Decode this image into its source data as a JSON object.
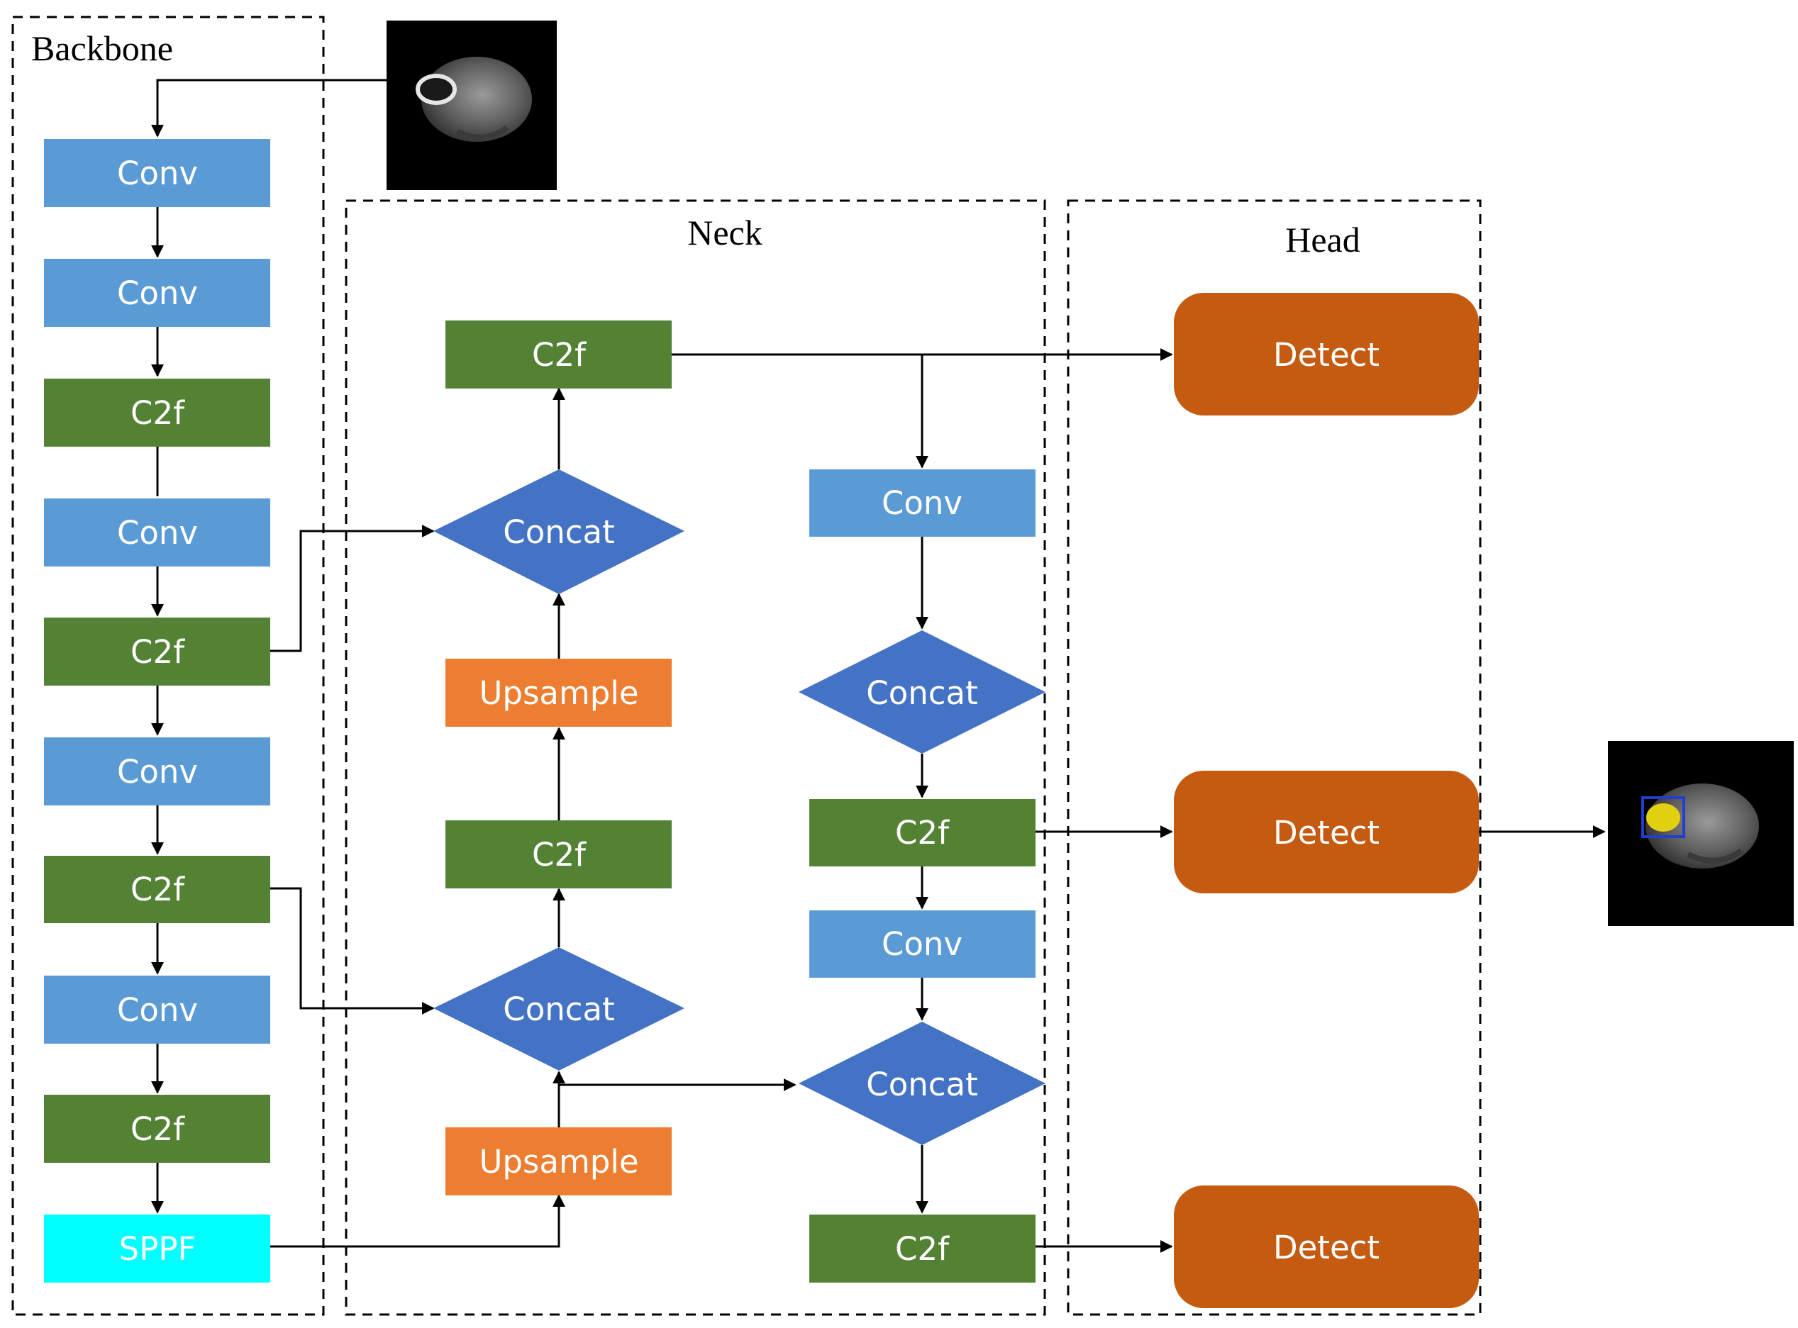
{
  "sections": {
    "backbone": "Backbone",
    "neck": "Neck",
    "head": "Head"
  },
  "backbone_blocks": [
    {
      "id": "b1",
      "label": "Conv",
      "kind": "conv"
    },
    {
      "id": "b2",
      "label": "Conv",
      "kind": "conv"
    },
    {
      "id": "b3",
      "label": "C2f",
      "kind": "c2f"
    },
    {
      "id": "b4",
      "label": "Conv",
      "kind": "conv"
    },
    {
      "id": "b5",
      "label": "C2f",
      "kind": "c2f"
    },
    {
      "id": "b6",
      "label": "Conv",
      "kind": "conv"
    },
    {
      "id": "b7",
      "label": "C2f",
      "kind": "c2f"
    },
    {
      "id": "b8",
      "label": "Conv",
      "kind": "conv"
    },
    {
      "id": "b9",
      "label": "C2f",
      "kind": "c2f"
    },
    {
      "id": "b10",
      "label": "SPPF",
      "kind": "sppf"
    }
  ],
  "neck_blocks": [
    {
      "id": "n_c2f_top",
      "label": "C2f",
      "kind": "c2f"
    },
    {
      "id": "n_concat_1",
      "label": "Concat",
      "kind": "concat"
    },
    {
      "id": "n_up_1",
      "label": "Upsample",
      "kind": "upsample"
    },
    {
      "id": "n_c2f_mid",
      "label": "C2f",
      "kind": "c2f"
    },
    {
      "id": "n_concat_2",
      "label": "Concat",
      "kind": "concat"
    },
    {
      "id": "n_up_2",
      "label": "Upsample",
      "kind": "upsample"
    },
    {
      "id": "n_conv_1",
      "label": "Conv",
      "kind": "conv"
    },
    {
      "id": "n_concat_3",
      "label": "Concat",
      "kind": "concat"
    },
    {
      "id": "n_c2f_r1",
      "label": "C2f",
      "kind": "c2f"
    },
    {
      "id": "n_conv_2",
      "label": "Conv",
      "kind": "conv"
    },
    {
      "id": "n_concat_4",
      "label": "Concat",
      "kind": "concat"
    },
    {
      "id": "n_c2f_r2",
      "label": "C2f",
      "kind": "c2f"
    }
  ],
  "head_blocks": [
    {
      "id": "h1",
      "label": "Detect",
      "kind": "detect"
    },
    {
      "id": "h2",
      "label": "Detect",
      "kind": "detect"
    },
    {
      "id": "h3",
      "label": "Detect",
      "kind": "detect"
    }
  ],
  "colors": {
    "conv": "#5b9bd5",
    "c2f": "#548235",
    "sppf": "#00ffff",
    "upsample": "#ed7d31",
    "concat": "#4472c4",
    "detect": "#c55a11",
    "image_bg": "#000000"
  },
  "images": {
    "input": "mri-input-image",
    "output": "mri-detection-output-image"
  }
}
